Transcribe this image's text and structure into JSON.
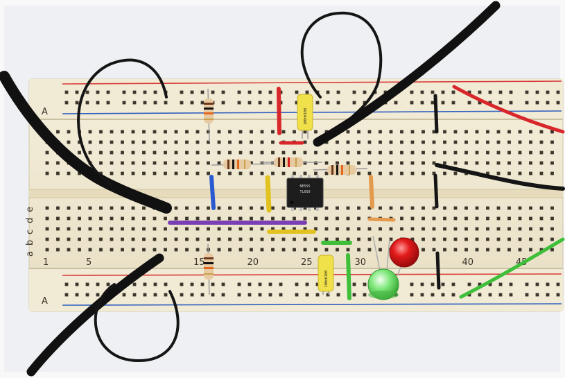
{
  "breadboard": {
    "row_letters_bottom": [
      "e",
      "d",
      "c",
      "b",
      "a"
    ],
    "rail_label_top": "A",
    "rail_label_bottom": "A",
    "column_numbers": [
      {
        "text": "1",
        "col": 1
      },
      {
        "text": "5",
        "col": 5
      },
      {
        "text": "15",
        "col": 15
      },
      {
        "text": "20",
        "col": 20
      },
      {
        "text": "25",
        "col": 25
      },
      {
        "text": "30",
        "col": 30
      },
      {
        "text": "40",
        "col": 40
      },
      {
        "text": "45",
        "col": 45
      }
    ]
  },
  "components": {
    "ic_marking_1": "NE555",
    "ic_marking_2": "TL0S0",
    "capacitor_top_marking": "100nK100",
    "capacitor_bottom_marking": "100nK100"
  },
  "colors": {
    "board": "#efe7cf",
    "red_rail": "#d83a3a",
    "blue_rail": "#2f5fbf",
    "wire_black": "#151515",
    "wire_red": "#d8262a",
    "wire_green": "#3fbe3a",
    "wire_yellow": "#e2c21f",
    "wire_orange": "#e39a4c",
    "wire_purple": "#7a3fb3",
    "wire_blue": "#2a5ad0",
    "led_red": "#e11818",
    "led_green": "#55dd55",
    "capacitor_yellow": "#f0e04a"
  }
}
